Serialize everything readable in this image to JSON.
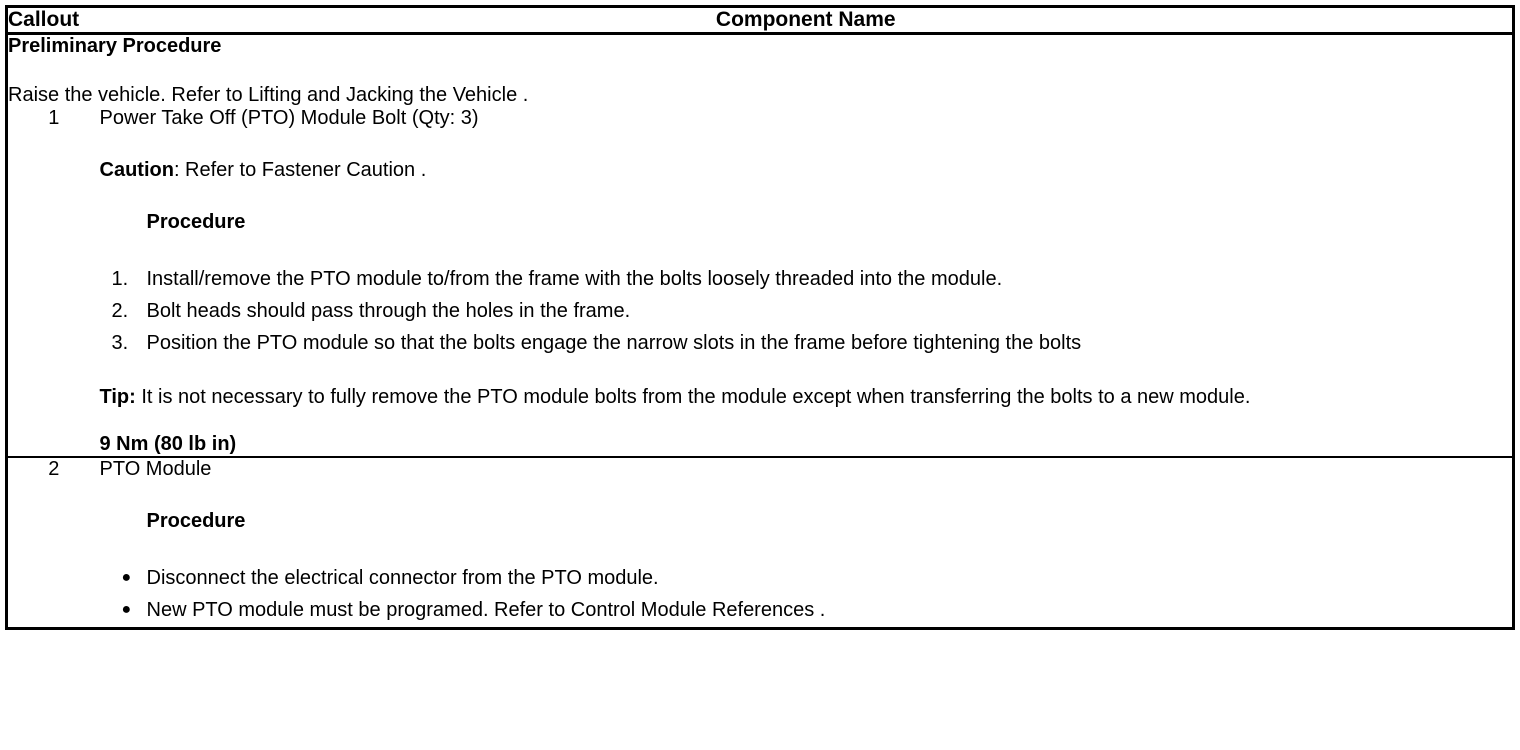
{
  "table": {
    "columns": {
      "callout_header": "Callout",
      "name_header": "Component Name"
    },
    "preliminary": {
      "title": "Preliminary Procedure",
      "text": "Raise the vehicle. Refer to Lifting and Jacking the Vehicle ."
    },
    "rows": [
      {
        "callout": "1",
        "component_title": "Power Take Off (PTO) Module Bolt (Qty: 3)",
        "caution_label": "Caution",
        "caution_text": ": Refer to Fastener Caution .",
        "procedure_heading": "Procedure",
        "steps": [
          {
            "num": "1.",
            "text": "Install/remove the PTO module to/from the frame with the bolts loosely threaded into the module."
          },
          {
            "num": "2.",
            "text": "Bolt heads should pass through the holes in the frame."
          },
          {
            "num": "3.",
            "text": "Position the PTO module so that the bolts engage the narrow slots in the frame before tightening the bolts"
          }
        ],
        "tip_label": "Tip:",
        "tip_text": " It is not necessary to fully remove the PTO module bolts from the module except when transferring the bolts to a new module.",
        "torque": "9 Nm (80 lb in)"
      },
      {
        "callout": "2",
        "component_title": "PTO Module",
        "procedure_heading": "Procedure",
        "bullets": [
          {
            "marker": "●",
            "text": "Disconnect the electrical connector from the PTO module."
          },
          {
            "marker": "●",
            "text": "New PTO module must be programed. Refer to Control Module References ."
          }
        ]
      }
    ]
  }
}
